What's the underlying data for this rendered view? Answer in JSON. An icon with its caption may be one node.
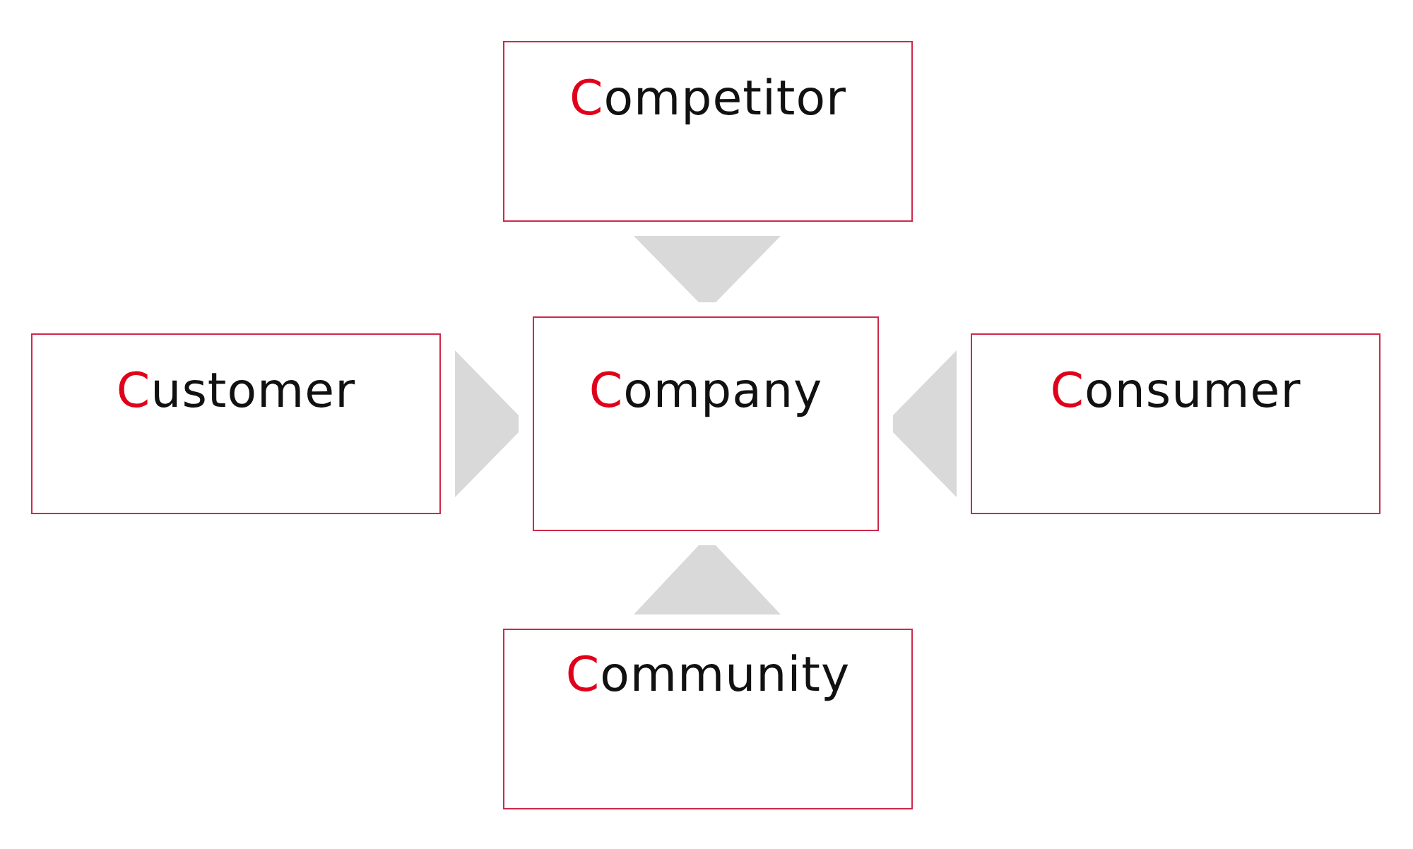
{
  "diagram": {
    "nodes": [
      {
        "text": [
          "Competitor"
        ]
      },
      {
        "text": [
          "Customer"
        ]
      },
      {
        "text": [
          "Company"
        ]
      },
      {
        "text": [
          "Consumer"
        ]
      },
      {
        "text": [
          "Community"
        ]
      }
    ],
    "edges": [
      {
        "from": 0,
        "to": 2,
        "arrow": "to",
        "color": "#d9d9d9"
      },
      {
        "from": 1,
        "to": 2,
        "arrow": "to",
        "color": "#d9d9d9"
      },
      {
        "from": 3,
        "to": 2,
        "arrow": "to",
        "color": "#d9d9d9"
      },
      {
        "from": 4,
        "to": 2,
        "arrow": "to",
        "color": "#d9d9d9"
      }
    ]
  }
}
